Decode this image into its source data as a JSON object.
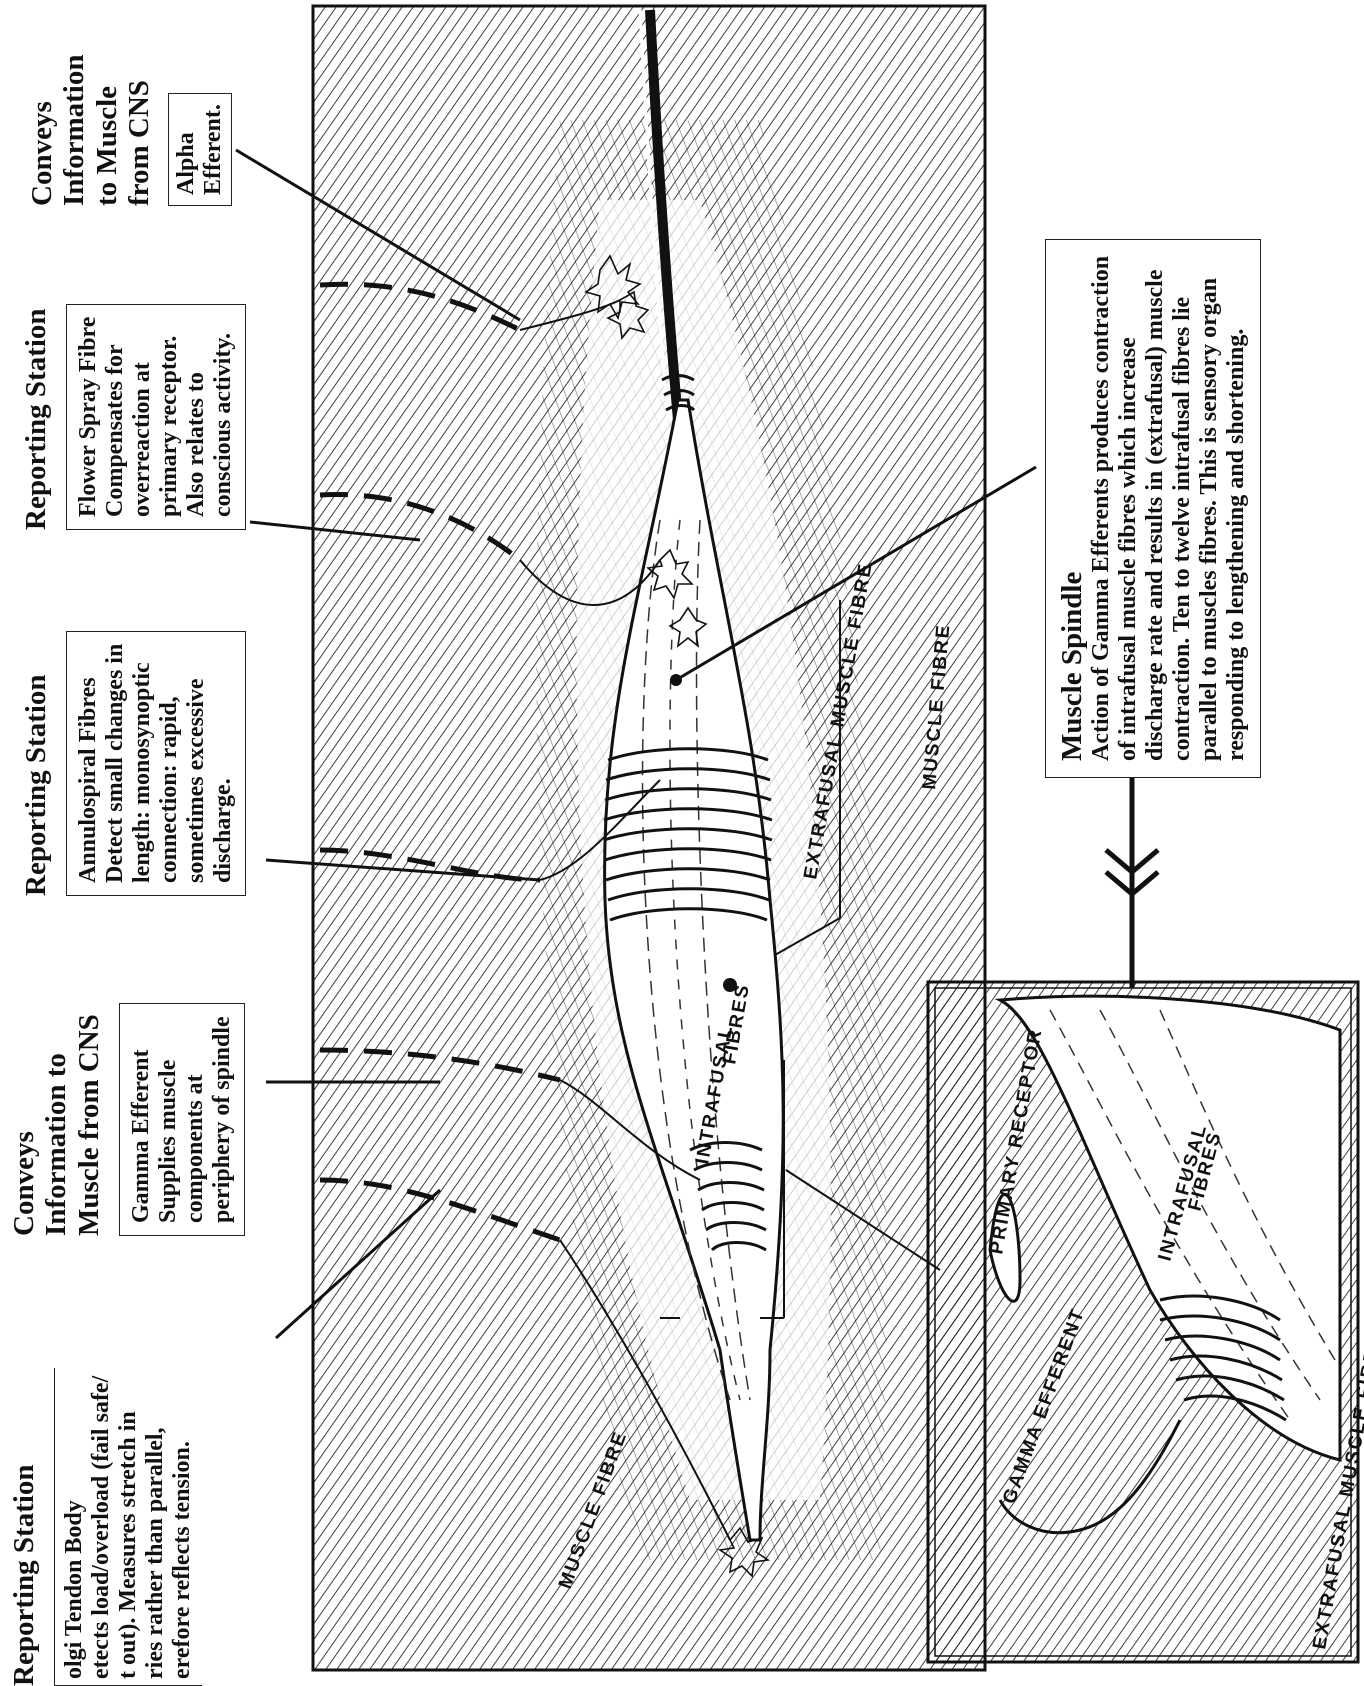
{
  "annotations": {
    "golgi": {
      "heading": "Reporting Station",
      "title": "olgi Tendon Body",
      "lines": [
        "etects load/overload (fail safe/",
        "t out). Measures stretch in",
        "ries rather than parallel,",
        "erefore reflects tension."
      ]
    },
    "gamma": {
      "heading_lines": [
        "Conveys",
        "Information to",
        "Muscle from CNS"
      ],
      "title": "Gamma Efferent",
      "lines": [
        "Supplies muscle",
        "components at",
        "periphery of spindle"
      ]
    },
    "annulospiral": {
      "heading": "Reporting Station",
      "title": "Annulospiral Fibres",
      "lines": [
        "Detect small changes in",
        "length: monosynoptic",
        "connection: rapid,",
        "sometimes excessive",
        "discharge."
      ]
    },
    "flower_spray": {
      "heading": "Reporting Station",
      "title": "Flower Spray Fibre",
      "lines": [
        "Compensates for",
        "overreaction at",
        "primary receptor.",
        "Also relates to",
        "conscious activity."
      ]
    },
    "alpha": {
      "heading_lines": [
        "Conveys",
        "Information",
        "to Muscle",
        "from CNS"
      ],
      "lines": [
        "Alpha",
        "Efferent."
      ]
    },
    "muscle_spindle": {
      "title": "Muscle Spindle",
      "lines": [
        "Action of Gamma Efferents produces contraction",
        "of intrafusal muscle fibres which increase",
        "discharge rate and results in (extrafusal) muscle",
        "contraction.  Ten to twelve intrafusal fibres lie",
        "parallel to muscles fibres.  This is sensory organ",
        "responding to lengthening and shortening."
      ]
    }
  },
  "figure_labels": {
    "intrafusal_1": "INTRAFUSAL",
    "intrafusal_2": "FIBRES",
    "extrafusal": "EXTRAFUSAL  MUSCLE  FIBRE",
    "muscle_fibre": "MUSCLE  FIBRE",
    "muscle_fibre_bottom": "MUSCLE FIBRE"
  },
  "inset_labels": {
    "primary_receptor": "PRIMARY RECEPTOR",
    "gamma_efferent": "GAMMA EFFERENT",
    "intrafusal_1": "INTRAFUSAL",
    "intrafusal_2": "FIBRES",
    "extrafusal": "EXTRAFUSAL MUSCLE FIBRE"
  }
}
